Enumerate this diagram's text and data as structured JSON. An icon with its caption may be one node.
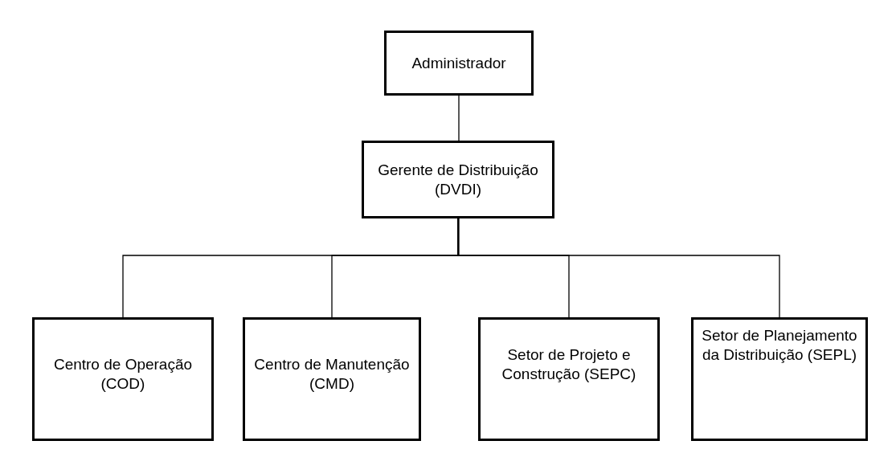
{
  "diagram": {
    "nodes": [
      {
        "text": [
          "Administrador"
        ]
      },
      {
        "text": [
          "Gerente de Distribuição (DVDI)"
        ]
      },
      {
        "text": [
          "Centro de Operação (COD)"
        ]
      },
      {
        "text": [
          "Centro de Manutenção (CMD)"
        ]
      },
      {
        "text": [
          "Setor de Projeto e Construção (SEPC)"
        ]
      },
      {
        "text": [
          "Setor de Planejamento da Distribuição (SEPL)"
        ]
      }
    ],
    "edges": [
      {
        "from": 0,
        "to": 1,
        "arrow": "none"
      },
      {
        "from": 1,
        "to": 2,
        "arrow": "none"
      },
      {
        "from": 1,
        "to": 3,
        "arrow": "none"
      },
      {
        "from": 1,
        "to": 4,
        "arrow": "none"
      },
      {
        "from": 1,
        "to": 5,
        "arrow": "none"
      }
    ]
  }
}
